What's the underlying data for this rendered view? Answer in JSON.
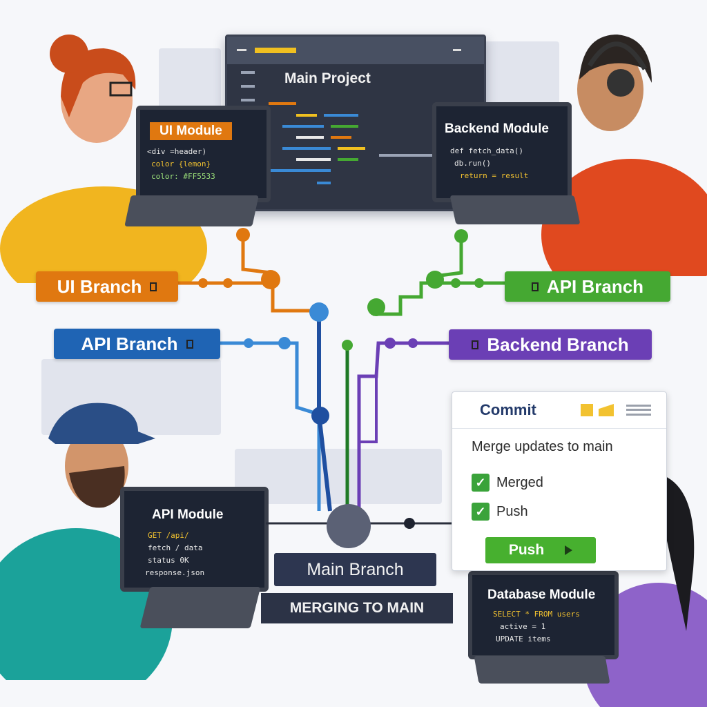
{
  "main_project": {
    "title": "Main Project"
  },
  "laptops": {
    "ui": {
      "title": "UI Module",
      "code": [
        "<div =header)",
        "color {lemon}",
        "color: #FF5533"
      ]
    },
    "backend": {
      "title": "Backend Module",
      "code": [
        "def fetch_data()",
        "db.run()",
        "return = result"
      ]
    },
    "api": {
      "title": "API Module",
      "code": [
        "GET /api/",
        "fetch / data",
        "status 0K",
        "response.json"
      ]
    },
    "database": {
      "title": "Database Module",
      "code": [
        "SELECT * FROM users",
        "active = 1",
        "UPDATE items"
      ]
    }
  },
  "branches": {
    "ui": "UI Branch",
    "api_right": "API Branch",
    "api_left": "API Branch",
    "backend": "Backend Branch",
    "main": "Main Branch",
    "status": "MERGING TO MAIN"
  },
  "commit_panel": {
    "title": "Commit",
    "message": "Merge updates to main",
    "checks": [
      "Merged",
      "Push"
    ],
    "button": "Push"
  },
  "colors": {
    "ui_branch": "#e07810",
    "api_branch_green": "#45a832",
    "api_branch_blue": "#1f64b4",
    "backend_branch": "#6b3fb5",
    "main_branch": "#2d3650"
  }
}
